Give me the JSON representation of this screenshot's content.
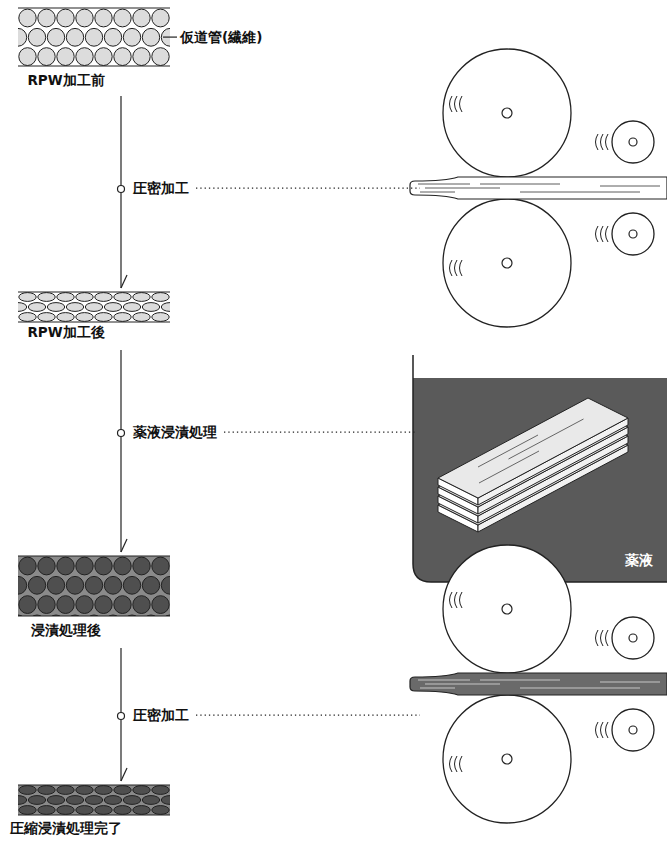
{
  "diagram": {
    "nodes": [
      {
        "text": [
          "RPW加工前"
        ]
      },
      {
        "text": [
          "RPW加工後"
        ]
      },
      {
        "text": [
          "薬液"
        ]
      },
      {
        "text": [
          "浸漬処理後"
        ]
      },
      {
        "text": [
          "圧縮浸漬処理完了"
        ]
      }
    ],
    "edges": [
      {
        "from": 0,
        "to": 1,
        "arrow": "to",
        "label": "圧密加工"
      },
      {
        "from": 1,
        "to": 3,
        "arrow": "to",
        "label": "薬液浸漬処理"
      },
      {
        "from": 3,
        "to": 4,
        "arrow": "to",
        "label": "圧密加工"
      }
    ],
    "labels": [
      "仮道管(繊維)"
    ]
  }
}
